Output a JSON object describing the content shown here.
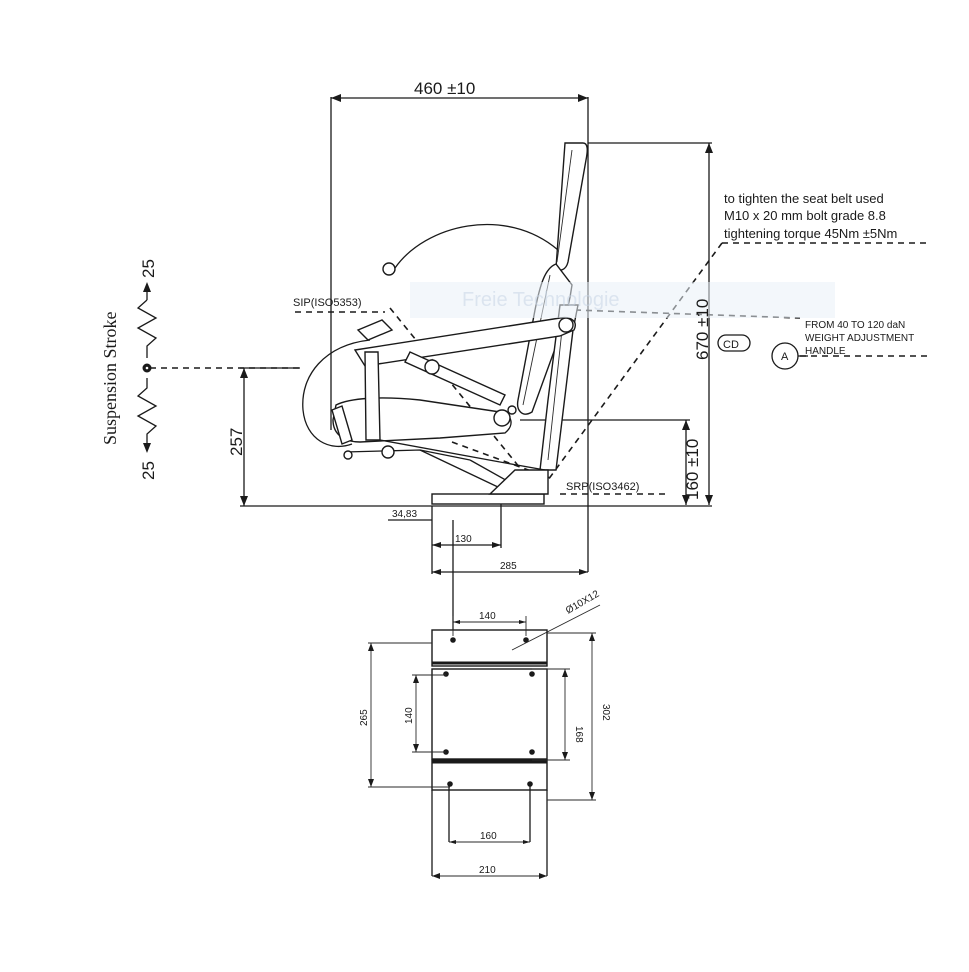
{
  "dimensions": {
    "overall_depth": "460 ±10",
    "overall_height": "670 ±10",
    "srp_height": "160 ±10",
    "sip_height": "257",
    "offset_front": "34,83",
    "srp_offset": "130",
    "rail_length": "285",
    "bolt_spacing_top": "140",
    "bolt_hole": "Ø10X12",
    "outer_length": "265",
    "inner_spacing": "140",
    "mid_length": "168",
    "overall_length": "302",
    "bottom_spacing": "160",
    "base_width": "210"
  },
  "labels": {
    "sip": "SIP(ISO5353)",
    "srp": "SRP(ISO3462)",
    "cd": "CD",
    "a": "A",
    "suspension_stroke": "Suspension Stroke",
    "stroke_up": "25",
    "stroke_down": "25"
  },
  "notes": {
    "belt_line1": "to tighten the seat belt used",
    "belt_line2": "M10 x 20 mm bolt grade 8.8",
    "belt_line3": "tightening torque 45Nm ±5Nm",
    "weight_line1": "FROM 40 TO 120 daN",
    "weight_line2": "WEIGHT ADJUSTMENT",
    "weight_line3": "HANDLE"
  },
  "watermark": "Freie Technologie"
}
